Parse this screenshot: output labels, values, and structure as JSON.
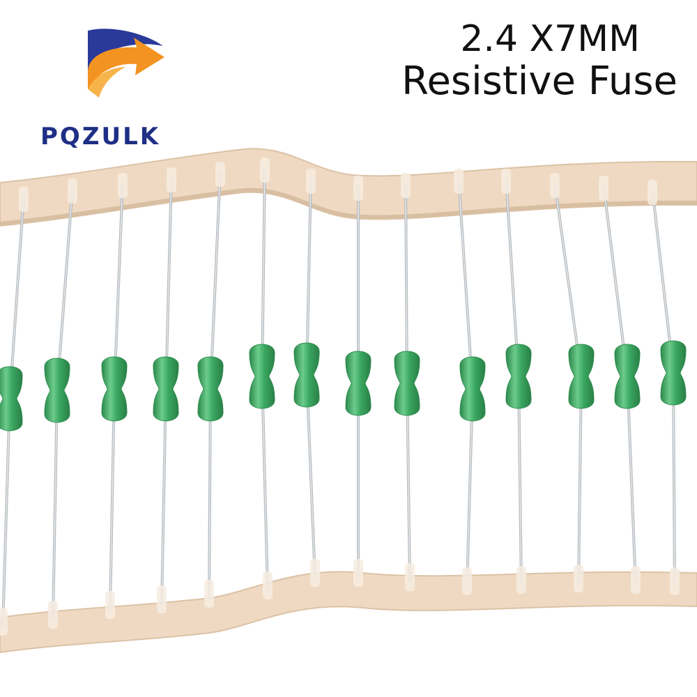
{
  "brand": {
    "name": "PQZULK"
  },
  "product": {
    "line1": "2.4 X7MM",
    "line2": "Resistive Fuse"
  },
  "colors": {
    "tape": "#efd9c2",
    "tape_shadow": "#d9bfa2",
    "tape_edge": "#e5ccae",
    "lead": "#b7bcc0",
    "lead_highlight": "#e9ecee",
    "body": "#3aa760",
    "body_dark": "#2c8a4c",
    "body_highlight": "#6ccc8c",
    "brand_blue": "#1f2f86",
    "arrow_orange": "#f39322",
    "arrow_blue": "#2a3a9a"
  },
  "fuse_count": 14
}
